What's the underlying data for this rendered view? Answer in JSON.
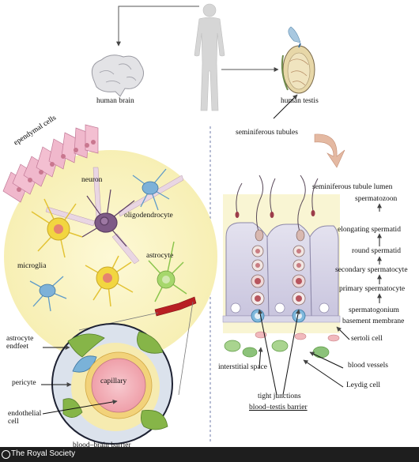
{
  "top": {
    "brain_label": "human brain",
    "testis_label": "human testis",
    "tubules_label": "seminiferous tubules"
  },
  "brain": {
    "ependymal": "ependymal cells",
    "neuron": "neuron",
    "oligodendrocyte": "oligodendrocyte",
    "microglia": "microglia",
    "astrocyte": "astrocyte",
    "astrocyte_endfeet": "astrocyte endfeet",
    "pericyte": "pericyte",
    "capillary": "capillary",
    "endothelial_cell": "endothelial cell",
    "bbb": "blood–brain barrier"
  },
  "testis": {
    "lumen": "seminiferous tubule lumen",
    "spermatozoon": "spermatozoon",
    "elongating": "elongating spermatid",
    "round": "round spermatid",
    "secondary": "secondary spermatocyte",
    "primary": "primary spermatocyte",
    "spermatogonium": "spermatogonium",
    "basement": "basement membrane",
    "sertoli": "sertoli cell",
    "interstitial": "interstitial space",
    "blood_vessels": "blood vessels",
    "leydig": "Leydig cell",
    "tight_junctions": "tight junctions",
    "btb": "blood–testis barrier"
  },
  "footer": {
    "credit": "The Royal Society"
  },
  "colors": {
    "brain_bg": "#fbf6c9",
    "neuron_purple": "#7e5a86",
    "myelin_pink": "#e5d2e0",
    "microglia_yellow": "#f2d640",
    "astro_blue": "#5f9bc8",
    "astro_green": "#8bc54d",
    "capillary_pink": "#f3b7be",
    "vessel_red": "#b81f23",
    "sertoli_lavender": "#d6d3e7",
    "leydig_green": "#8cc27a",
    "footer_bg": "#1e1e1e"
  }
}
